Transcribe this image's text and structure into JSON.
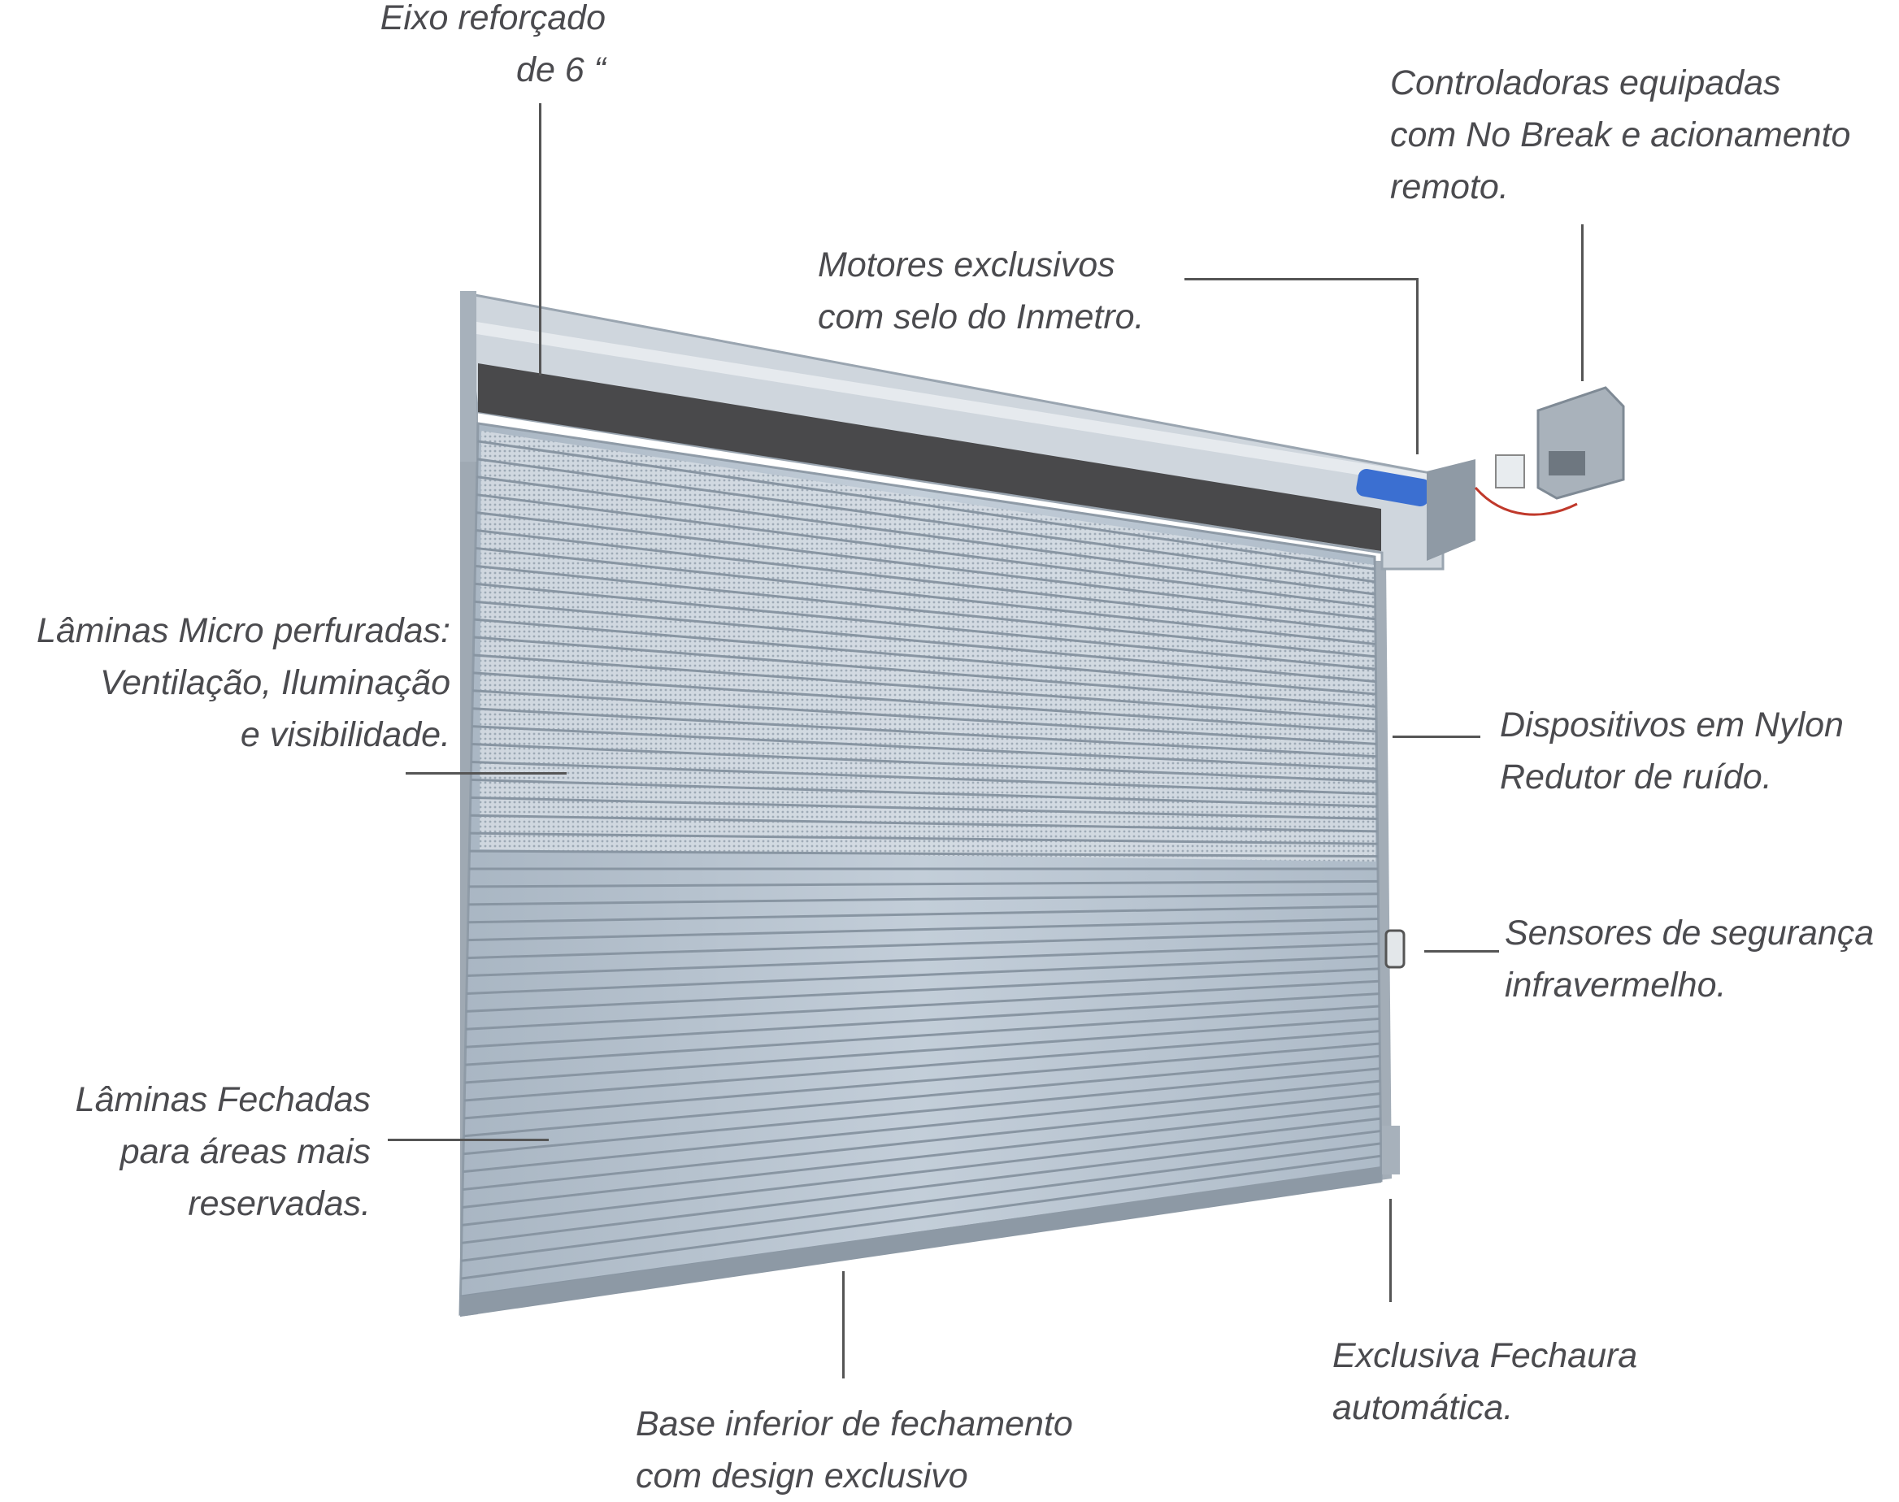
{
  "labels": {
    "eixo": [
      "Eixo reforçado",
      "de 6 “"
    ],
    "controladoras": [
      "Controladoras equipadas",
      "com No Break e acionamento",
      "remoto."
    ],
    "motores": [
      "Motores exclusivos",
      "com selo do Inmetro."
    ],
    "micro": [
      "Lâminas Micro perfuradas:",
      "Ventilação, Iluminação",
      "e visibilidade."
    ],
    "dispositivos": [
      "Dispositivos em Nylon",
      "Redutor de ruído."
    ],
    "sensores": [
      "Sensores de segurança",
      "infravermelho."
    ],
    "fechadas": [
      "Lâminas Fechadas",
      "para áreas mais",
      "reservadas."
    ],
    "fechadura": [
      "Exclusiva Fechaura",
      "automática."
    ],
    "base": [
      "Base inferior de fechamento",
      "com design exclusivo"
    ]
  },
  "colors": {
    "text": "#4b4b4f",
    "door": "#b7c3cf",
    "band": "#49494b",
    "motor": "#3b6fd1"
  }
}
